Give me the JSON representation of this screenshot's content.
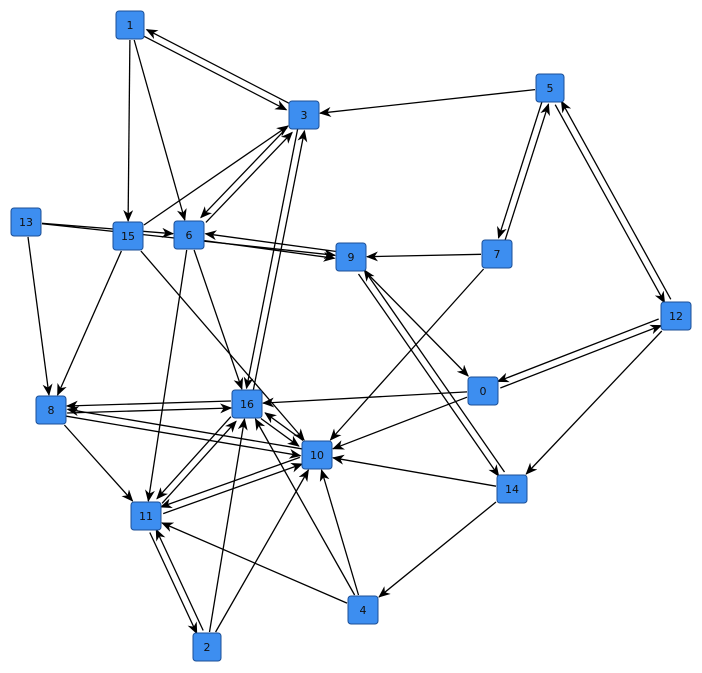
{
  "graph": {
    "node_color": "#3d8ef0",
    "edge_color": "#000000",
    "nodes": [
      {
        "id": "n0",
        "label": "0"
      },
      {
        "id": "n1",
        "label": "1"
      },
      {
        "id": "n2",
        "label": "2"
      },
      {
        "id": "n3",
        "label": "3"
      },
      {
        "id": "n4",
        "label": "4"
      },
      {
        "id": "n5",
        "label": "5"
      },
      {
        "id": "n6",
        "label": "6"
      },
      {
        "id": "n7",
        "label": "7"
      },
      {
        "id": "n8",
        "label": "8"
      },
      {
        "id": "n9",
        "label": "9"
      },
      {
        "id": "n10",
        "label": "10"
      },
      {
        "id": "n11",
        "label": "11"
      },
      {
        "id": "n12",
        "label": "12"
      },
      {
        "id": "n13",
        "label": "13"
      },
      {
        "id": "n14",
        "label": "14"
      },
      {
        "id": "n15",
        "label": "15"
      },
      {
        "id": "n16",
        "label": "16"
      }
    ],
    "edges": [
      {
        "from": "1",
        "to": "3"
      },
      {
        "from": "3",
        "to": "1"
      },
      {
        "from": "1",
        "to": "15"
      },
      {
        "from": "1",
        "to": "6"
      },
      {
        "from": "5",
        "to": "3"
      },
      {
        "from": "5",
        "to": "7"
      },
      {
        "from": "7",
        "to": "5"
      },
      {
        "from": "5",
        "to": "12"
      },
      {
        "from": "12",
        "to": "5"
      },
      {
        "from": "13",
        "to": "6"
      },
      {
        "from": "13",
        "to": "9"
      },
      {
        "from": "13",
        "to": "8"
      },
      {
        "from": "15",
        "to": "3"
      },
      {
        "from": "15",
        "to": "8"
      },
      {
        "from": "15",
        "to": "10"
      },
      {
        "from": "6",
        "to": "3"
      },
      {
        "from": "3",
        "to": "6"
      },
      {
        "from": "6",
        "to": "9"
      },
      {
        "from": "9",
        "to": "6"
      },
      {
        "from": "6",
        "to": "16"
      },
      {
        "from": "6",
        "to": "11"
      },
      {
        "from": "3",
        "to": "16"
      },
      {
        "from": "16",
        "to": "3"
      },
      {
        "from": "7",
        "to": "9"
      },
      {
        "from": "7",
        "to": "10"
      },
      {
        "from": "9",
        "to": "0"
      },
      {
        "from": "9",
        "to": "14"
      },
      {
        "from": "14",
        "to": "9"
      },
      {
        "from": "12",
        "to": "0"
      },
      {
        "from": "0",
        "to": "12"
      },
      {
        "from": "12",
        "to": "14"
      },
      {
        "from": "0",
        "to": "16"
      },
      {
        "from": "0",
        "to": "10"
      },
      {
        "from": "8",
        "to": "16"
      },
      {
        "from": "16",
        "to": "8"
      },
      {
        "from": "8",
        "to": "10"
      },
      {
        "from": "10",
        "to": "8"
      },
      {
        "from": "8",
        "to": "11"
      },
      {
        "from": "16",
        "to": "10"
      },
      {
        "from": "10",
        "to": "16"
      },
      {
        "from": "16",
        "to": "11"
      },
      {
        "from": "11",
        "to": "16"
      },
      {
        "from": "10",
        "to": "11"
      },
      {
        "from": "11",
        "to": "10"
      },
      {
        "from": "14",
        "to": "10"
      },
      {
        "from": "14",
        "to": "4"
      },
      {
        "from": "4",
        "to": "11"
      },
      {
        "from": "4",
        "to": "10"
      },
      {
        "from": "4",
        "to": "16"
      },
      {
        "from": "2",
        "to": "11"
      },
      {
        "from": "11",
        "to": "2"
      },
      {
        "from": "2",
        "to": "16"
      },
      {
        "from": "2",
        "to": "10"
      }
    ]
  }
}
